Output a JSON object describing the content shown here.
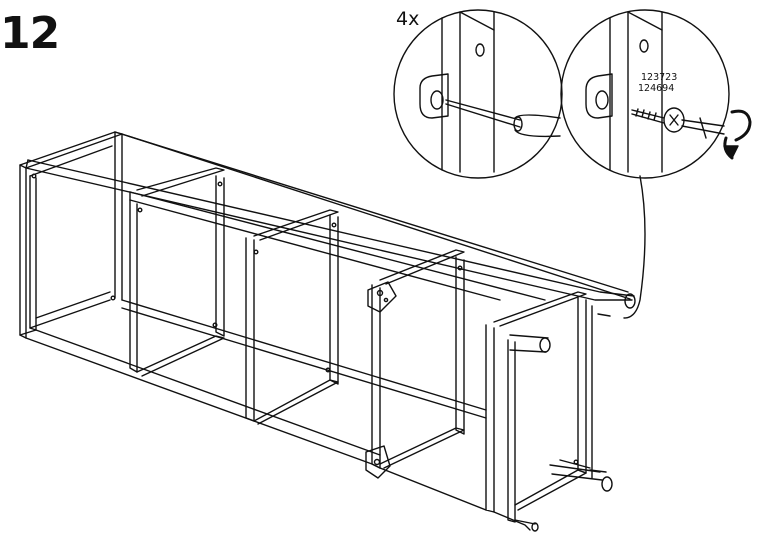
{
  "step": {
    "number": "12"
  },
  "detail": {
    "quantity": "4x",
    "part_numbers": [
      "123723",
      "124694"
    ]
  },
  "icons": {
    "frame": "shelf-frame-illustration",
    "screw": "screw-icon",
    "screwdriver": "screwdriver-icon",
    "rotation": "clockwise-rotation-arrow-icon"
  },
  "colors": {
    "line": "#111111",
    "background": "#ffffff"
  }
}
